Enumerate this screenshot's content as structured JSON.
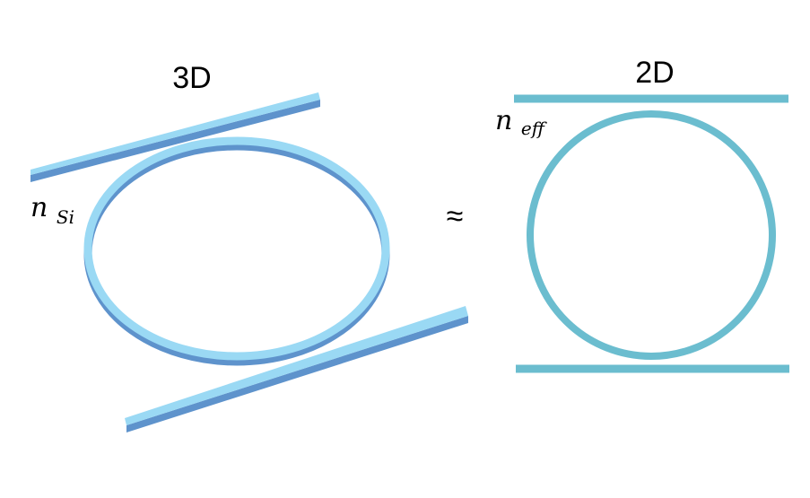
{
  "left_panel": {
    "title": "3D",
    "index_label": {
      "base": "n",
      "subscript": "Si"
    },
    "colors": {
      "top_face": "#9ad9f4",
      "side_face": "#5e93cc"
    }
  },
  "relation_symbol": "≈",
  "right_panel": {
    "title": "2D",
    "index_label": {
      "base": "n",
      "subscript": "eff"
    },
    "colors": {
      "stroke": "#6bbdcf"
    }
  }
}
